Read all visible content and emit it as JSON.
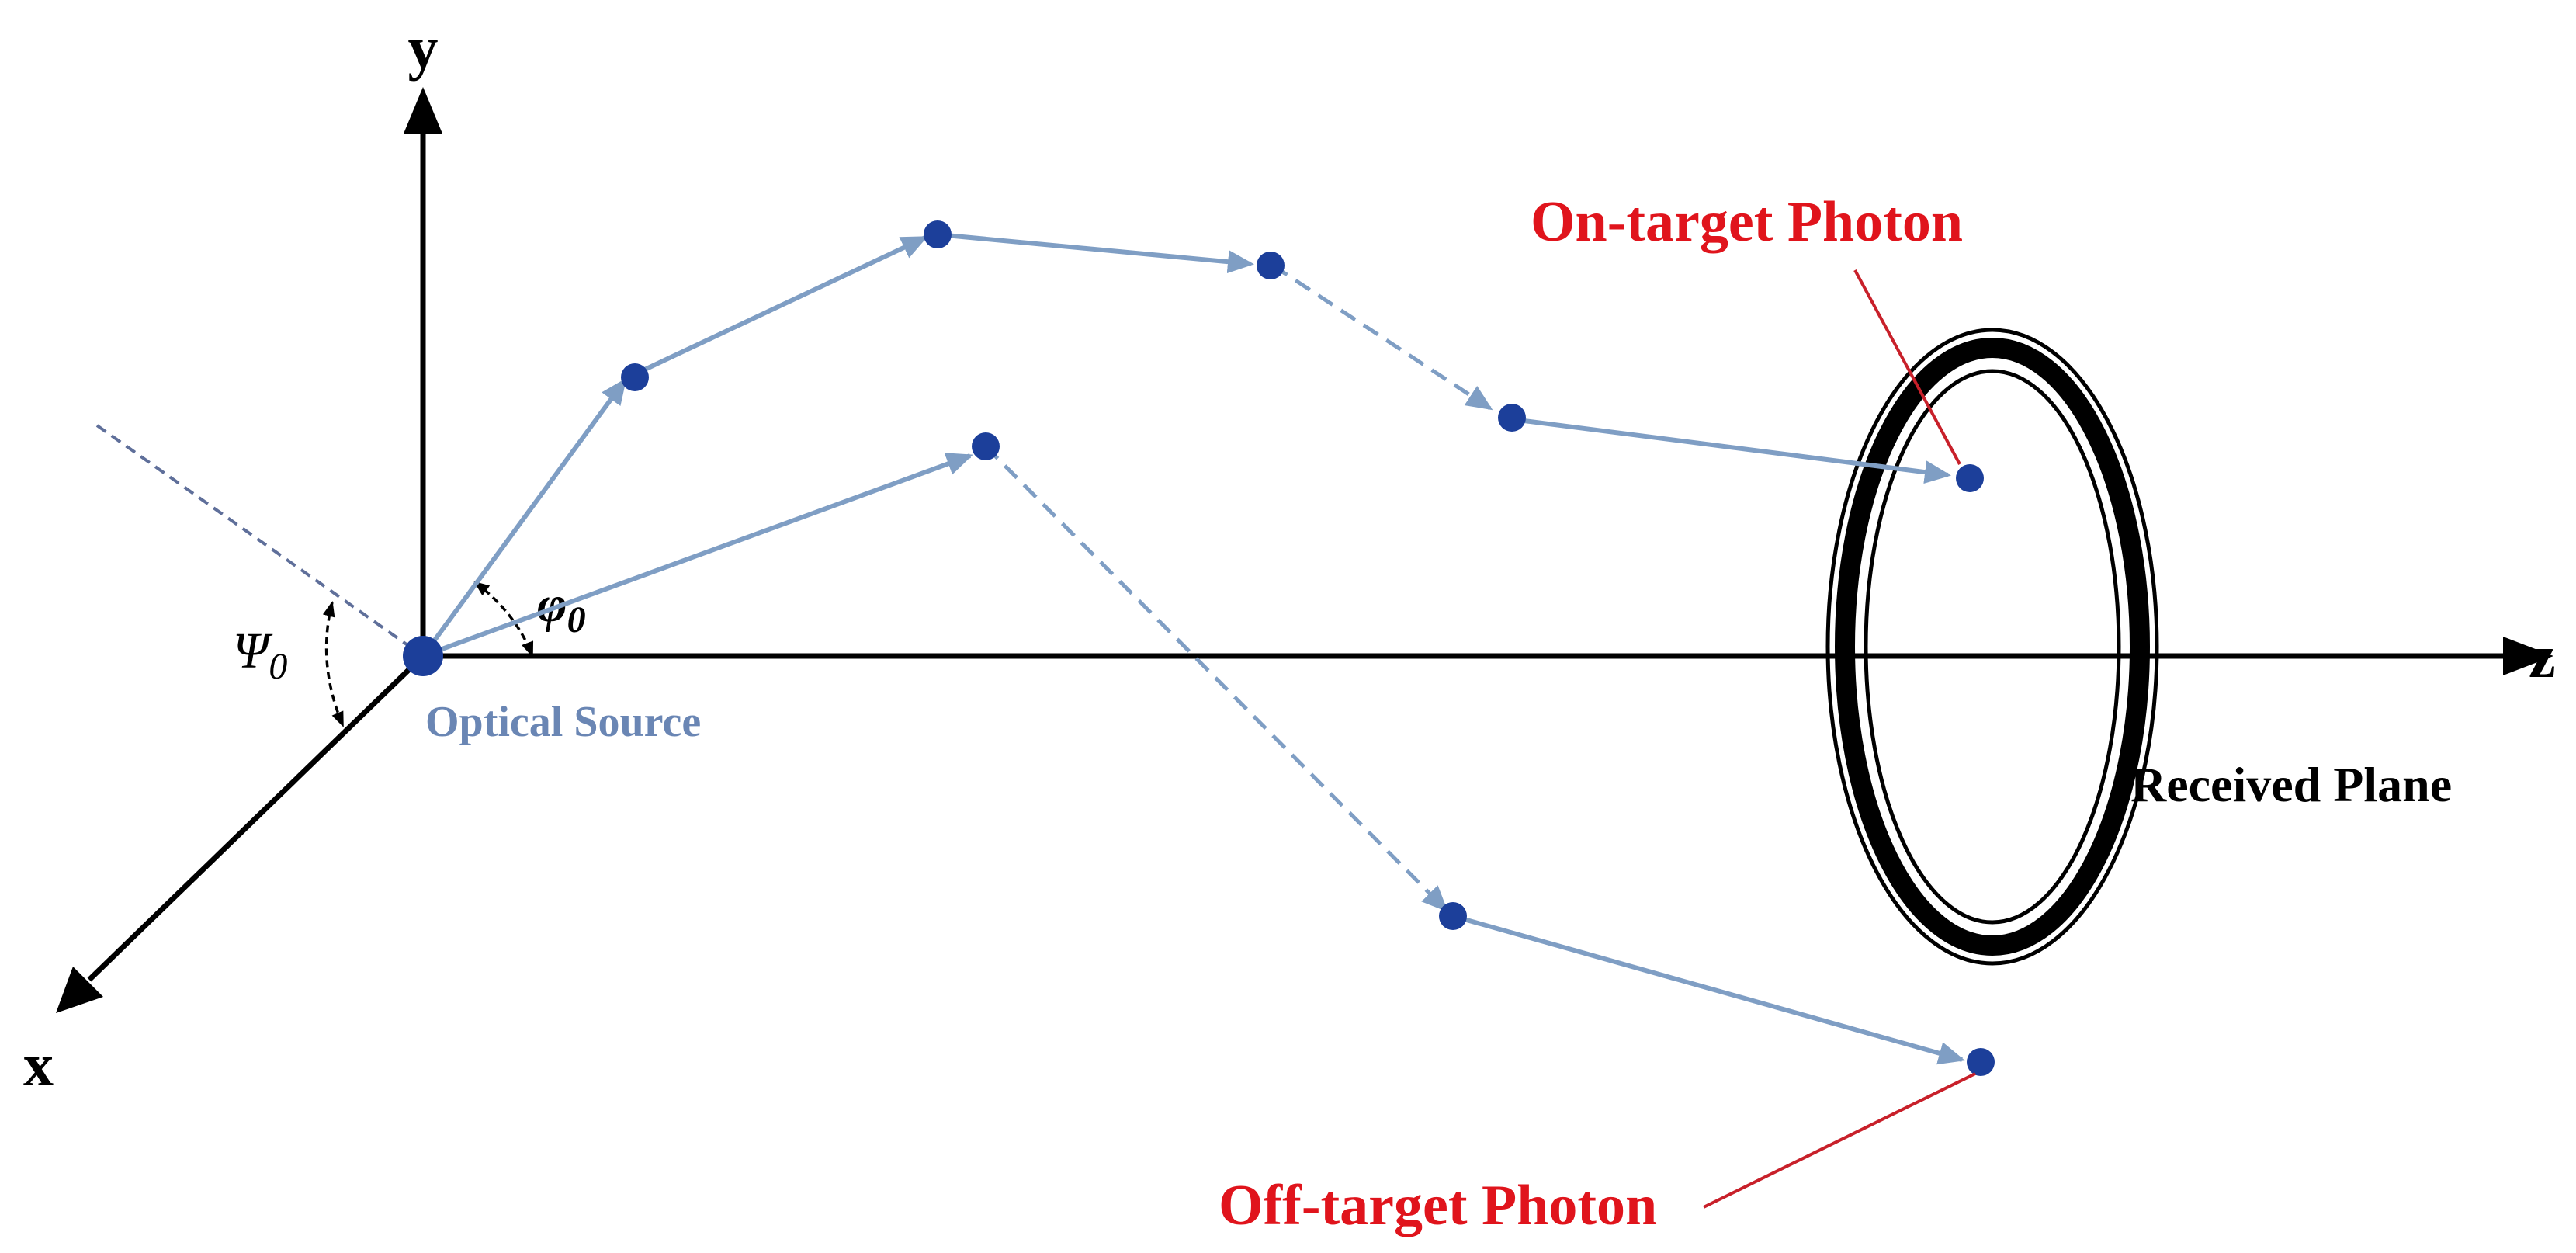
{
  "axes": {
    "y_label": "y",
    "z_label": "z",
    "x_label": "x"
  },
  "angles": {
    "psi_label": "Ψ",
    "psi_subscript": "0",
    "phi_label": "φ",
    "phi_subscript": "0"
  },
  "source": {
    "label": "Optical Source"
  },
  "receiver": {
    "label": "Received Plane"
  },
  "photons": {
    "on_target_label": "On-target Photon",
    "off_target_label": "Off-target Photon"
  },
  "colors": {
    "path": "#7f9ec4",
    "dot": "#1c3f9a",
    "label_red": "#e0141c",
    "leader_red": "#c8202a",
    "source_text": "#6a86b4",
    "axis": "#000000"
  }
}
